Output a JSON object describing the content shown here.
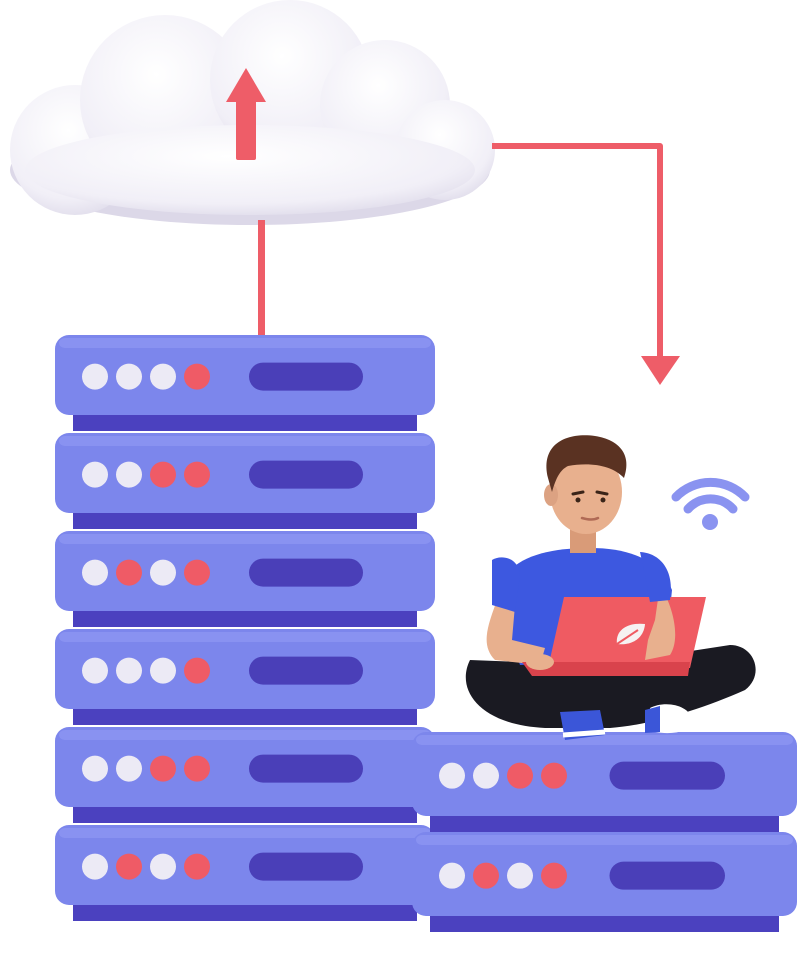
{
  "palette": {
    "server_top": "#8b93f2",
    "server_front": "#7c86ec",
    "server_under": "#4b41bf",
    "server_shadow": "#5a52cc",
    "slot": "#4a3fb8",
    "led_white": "#eceaf5",
    "led_red": "#ef5b66",
    "arrow": "#ee5d68",
    "cloud": "#f3f1f8",
    "cloud_shade": "#dcd8e8",
    "wifi": "#8a93f0",
    "shirt": "#3d58e0",
    "skin": "#e8b08e",
    "hair": "#5a3222",
    "pants": "#1a1a22",
    "laptop": "#ef5b62",
    "shoe": "#3b56d8"
  },
  "servers": {
    "left_stack": [
      {
        "leds": [
          "white",
          "white",
          "white",
          "red"
        ]
      },
      {
        "leds": [
          "white",
          "white",
          "red",
          "red"
        ]
      },
      {
        "leds": [
          "white",
          "red",
          "white",
          "red"
        ]
      },
      {
        "leds": [
          "white",
          "white",
          "white",
          "red"
        ]
      },
      {
        "leds": [
          "white",
          "white",
          "red",
          "red"
        ]
      },
      {
        "leds": [
          "white",
          "red",
          "white",
          "red"
        ]
      }
    ],
    "right_stack": [
      {
        "leds": [
          "white",
          "white",
          "red",
          "red"
        ]
      },
      {
        "leds": [
          "white",
          "red",
          "white",
          "red"
        ]
      }
    ]
  },
  "icons": {
    "cloud": "cloud-icon",
    "upload": "upload-arrow-icon",
    "download": "download-arrow-icon",
    "wifi": "wifi-icon",
    "laptop_logo": "leaf-icon"
  }
}
